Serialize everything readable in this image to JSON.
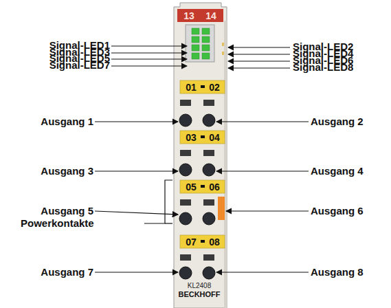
{
  "diagram": {
    "labels": [
      "13",
      "14",
      "Signal-LED1",
      "Signal-LED2",
      "Signal-LED3",
      "Signal-LED4",
      "Signal-LED5",
      "Signal-LED6",
      "Signal-LED7",
      "Signal-LED8",
      "01",
      "02",
      "Ausgang 1",
      "Ausgang 2",
      "03",
      "04",
      "Ausgang 3",
      "Ausgang 4",
      "05",
      "06",
      "Ausgang 5",
      "Powerkontakte",
      "Ausgang 6",
      "07",
      "08",
      "Ausgang 7",
      "Ausgang 8",
      "KL2408",
      "BECKHOFF"
    ]
  }
}
